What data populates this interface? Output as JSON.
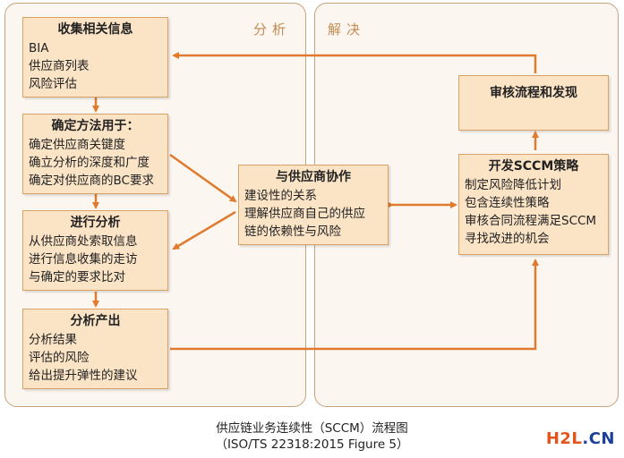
{
  "panels": {
    "analysis_label": "分析",
    "solution_label": "解决"
  },
  "boxes": {
    "collect": {
      "title": "收集相关信息",
      "lines": [
        "BIA",
        "供应商列表",
        "风险评估"
      ]
    },
    "determine": {
      "title": "确定方法用于：",
      "lines": [
        "确定供应商关键度",
        "确立分析的深度和广度",
        "确定对供应商的BC要求"
      ]
    },
    "analyze": {
      "title": "进行分析",
      "lines": [
        "从供应商处索取信息",
        "进行信息收集的走访",
        "与确定的要求比对"
      ]
    },
    "output": {
      "title": "分析产出",
      "lines": [
        "分析结果",
        "评估的风险",
        "给出提升弹性的建议"
      ]
    },
    "collaborate": {
      "title": "与供应商协作",
      "lines": [
        "建设性的关系",
        "理解供应商自己的供应",
        "链的依赖性与风险"
      ]
    },
    "review": {
      "title": "审核流程和发现"
    },
    "strategy": {
      "title": "开发SCCM策略",
      "lines": [
        "制定风险降低计划",
        "包含连续性策略",
        "审核合同流程满足SCCM",
        "寻找改进的机会"
      ]
    }
  },
  "caption": {
    "line1": "供应链业务连续性（SCCM）流程图",
    "line2": "（ISO/TS 22318:2015 Figure 5）"
  },
  "logo": {
    "part1": "H2L",
    "part2": ".CN"
  },
  "colors": {
    "arrow": "#e07a2e",
    "box_fill": "#fbe3c6",
    "box_border": "#d9a068",
    "panel_border": "#c9a27a"
  }
}
